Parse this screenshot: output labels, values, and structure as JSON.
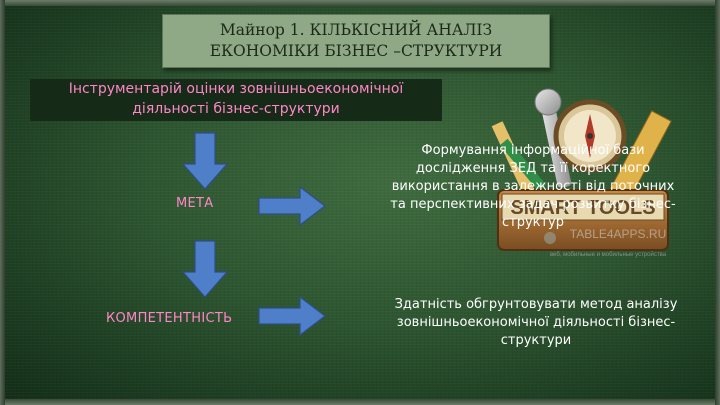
{
  "header": {
    "title_line1": "Майнор 1. КІЛЬКІСНИЙ АНАЛІЗ",
    "title_line2": "ЕКОНОМІКИ БІЗНЕС –СТРУКТУРИ"
  },
  "topic": {
    "line1": "Інструментарій оцінки зовнішньоекономічної",
    "line2": "діяльності бізнес-структури"
  },
  "nodes": [
    {
      "label": "МЕТА",
      "description_lines": [
        "Формування інформаційної бази",
        "дослідження ЗЕД та її коректного",
        "використання в залежності від поточних",
        "та перспективних задач розвитку бізнес-",
        "структур"
      ]
    },
    {
      "label": "КОМПЕТЕНТНІСТЬ",
      "description_lines": [
        "Здатність обгрунтовувати метод аналізу",
        "зовнішньоекономічної діяльності бізнес-",
        "структури"
      ]
    }
  ],
  "clipart": {
    "icon": "smart-tools-toolbox-icon",
    "banner_text": "SMART TOOLS",
    "watermark_text": "TABLE4APPS.RU",
    "caption_text": "веб, мобильные и мобильные устройства"
  },
  "colors": {
    "accent_pink": "#ff86c7",
    "arrow_blue": "#4f7fc8",
    "title_box": "#8fa885",
    "board_green": "#2d5530"
  }
}
